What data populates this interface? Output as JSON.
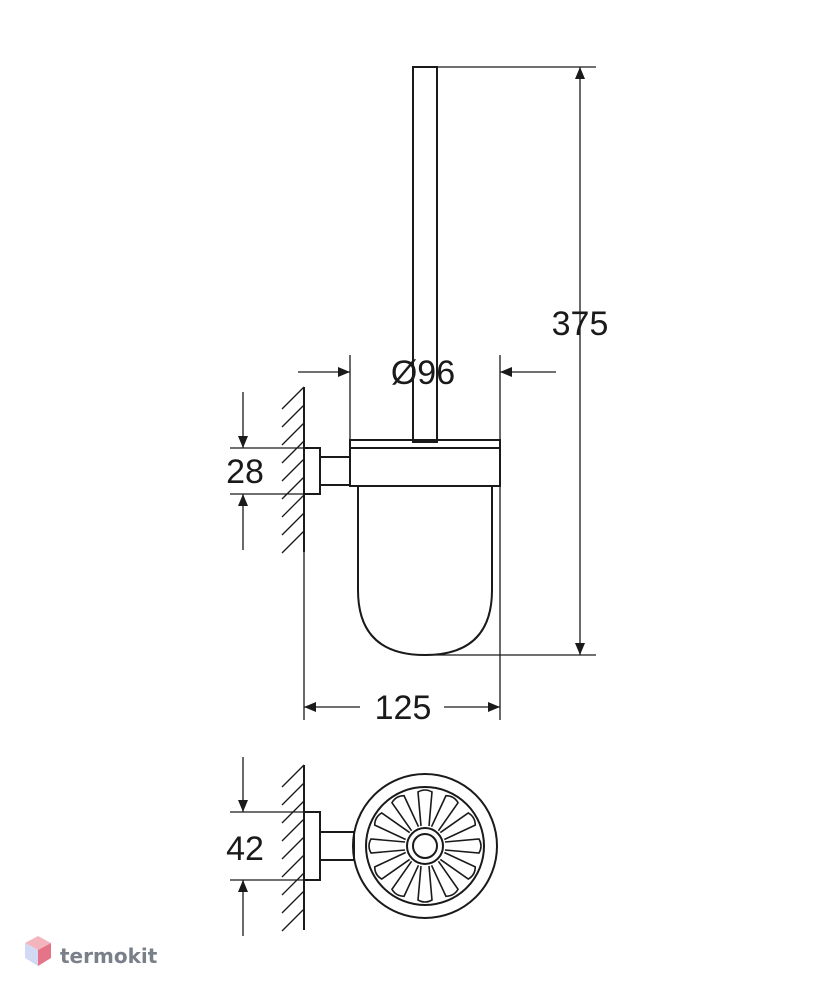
{
  "dimensions": {
    "height": "375",
    "diameter": "Ø96",
    "projection": "125",
    "mount_height_side": "28",
    "mount_height_bottom": "42"
  },
  "watermark": {
    "text": "termokit",
    "colors": {
      "top": "#f3a8b3",
      "left": "#c9d3f3",
      "right": "#e25c74"
    }
  }
}
